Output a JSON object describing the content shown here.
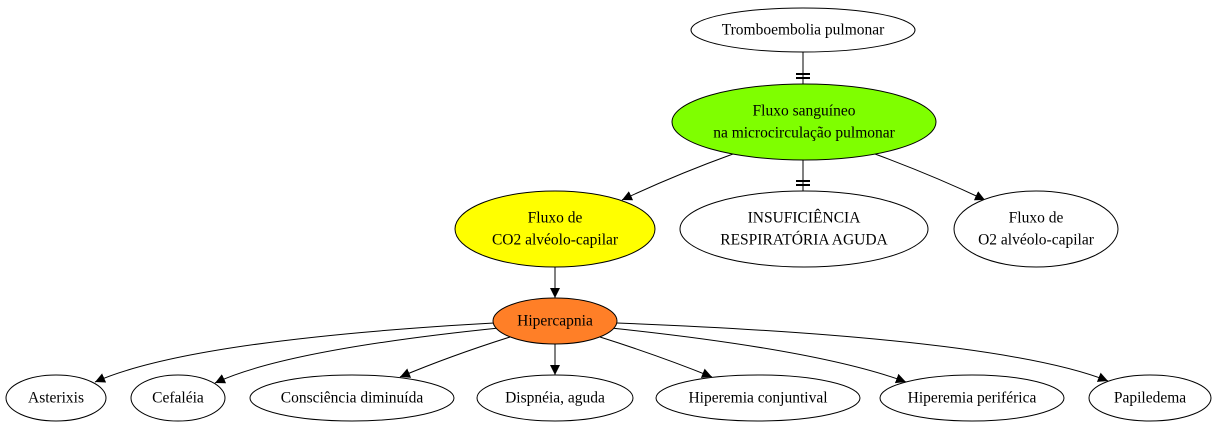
{
  "diagram": {
    "nodes": {
      "tromboembolia": {
        "lines": [
          "Tromboembolia pulmonar"
        ],
        "fill": "#ffffff"
      },
      "fluxo_sanguineo": {
        "lines": [
          "Fluxo sanguíneo",
          "na microcirculação pulmonar"
        ],
        "fill": "#7fff00"
      },
      "fluxo_co2": {
        "lines": [
          "Fluxo de",
          "CO2 alvéolo-capilar"
        ],
        "fill": "#ffff00"
      },
      "insuficiencia": {
        "lines": [
          "INSUFICIÊNCIA",
          "RESPIRATÓRIA AGUDA"
        ],
        "fill": "#ffffff"
      },
      "fluxo_o2": {
        "lines": [
          "Fluxo de",
          "O2 alvéolo-capilar"
        ],
        "fill": "#ffffff"
      },
      "hipercapnia": {
        "lines": [
          "Hipercapnia"
        ],
        "fill": "#ff7f27"
      },
      "asterixis": {
        "lines": [
          "Asterixis"
        ],
        "fill": "#ffffff"
      },
      "cefaleia": {
        "lines": [
          "Cefaléia"
        ],
        "fill": "#ffffff"
      },
      "consciencia": {
        "lines": [
          "Consciência diminuída"
        ],
        "fill": "#ffffff"
      },
      "dispneia": {
        "lines": [
          "Dispnéia, aguda"
        ],
        "fill": "#ffffff"
      },
      "hiperemia_conjuntival": {
        "lines": [
          "Hiperemia conjuntival"
        ],
        "fill": "#ffffff"
      },
      "hiperemia_periferica": {
        "lines": [
          "Hiperemia periférica"
        ],
        "fill": "#ffffff"
      },
      "papiledema": {
        "lines": [
          "Papiledema"
        ],
        "fill": "#ffffff"
      }
    },
    "edges": [
      {
        "from": "tromboembolia",
        "to": "fluxo_sanguineo",
        "style": "tee-tee"
      },
      {
        "from": "fluxo_sanguineo",
        "to": "fluxo_co2",
        "style": "arrow"
      },
      {
        "from": "fluxo_sanguineo",
        "to": "insuficiencia",
        "style": "tee-tee"
      },
      {
        "from": "fluxo_sanguineo",
        "to": "fluxo_o2",
        "style": "arrow"
      },
      {
        "from": "fluxo_co2",
        "to": "hipercapnia",
        "style": "arrow"
      },
      {
        "from": "hipercapnia",
        "to": "asterixis",
        "style": "arrow"
      },
      {
        "from": "hipercapnia",
        "to": "cefaleia",
        "style": "arrow"
      },
      {
        "from": "hipercapnia",
        "to": "consciencia",
        "style": "arrow"
      },
      {
        "from": "hipercapnia",
        "to": "dispneia",
        "style": "arrow"
      },
      {
        "from": "hipercapnia",
        "to": "hiperemia_conjuntival",
        "style": "arrow"
      },
      {
        "from": "hipercapnia",
        "to": "hiperemia_periferica",
        "style": "arrow"
      },
      {
        "from": "hipercapnia",
        "to": "papiledema",
        "style": "arrow"
      }
    ]
  }
}
